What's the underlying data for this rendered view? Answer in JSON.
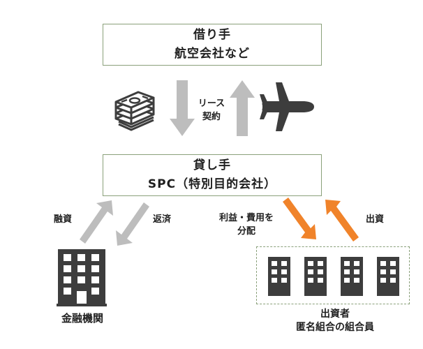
{
  "lessee": {
    "line1": "借り手",
    "line2": "航空会社など"
  },
  "lessor": {
    "line1": "貸し手",
    "line2": "SPC（特別目的会社）"
  },
  "lease_contract": {
    "line1": "リース",
    "line2": "契約"
  },
  "financing": {
    "loan": "融資",
    "repayment": "返済"
  },
  "investors_flow": {
    "distribution_line1": "利益・費用を",
    "distribution_line2": "分配",
    "investment": "出資"
  },
  "bank": {
    "label": "金融機関"
  },
  "investors": {
    "line1": "出資者",
    "line2": "匿名組合の組合員"
  },
  "icons": [
    "cash-stack-icon",
    "airplane-icon",
    "office-building-icon",
    "building-icon"
  ],
  "colors": {
    "box_border": "#8aa07a",
    "gray_arrow": "#bdbdbd",
    "orange_arrow": "#f0832a",
    "icon_dark": "#3d3d3d"
  }
}
